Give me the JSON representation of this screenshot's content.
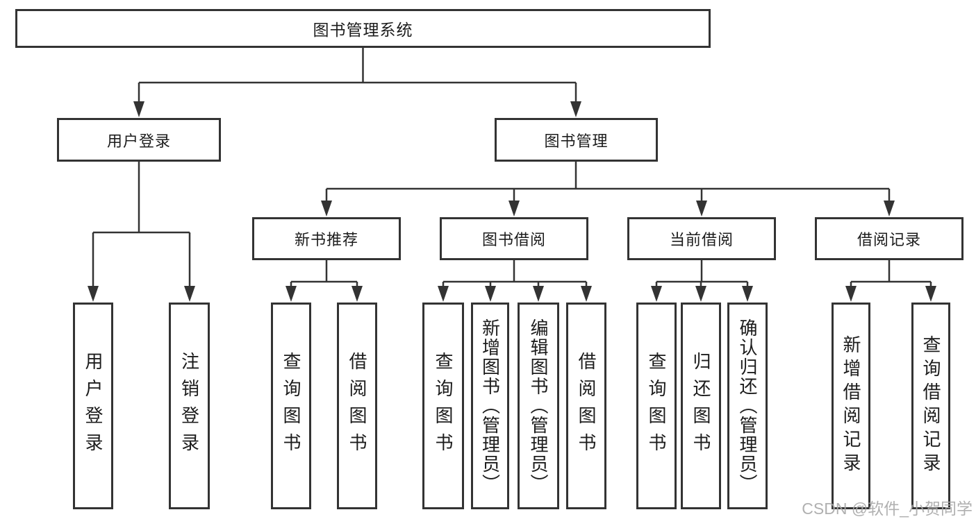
{
  "diagram_type": "functional-structure-tree",
  "tree": {
    "label": "图书管理系统",
    "children": [
      {
        "label": "用户登录",
        "children": [
          {
            "label": "用户登录"
          },
          {
            "label": "注销登录"
          }
        ]
      },
      {
        "label": "图书管理",
        "children": [
          {
            "label": "新书推荐",
            "children": [
              {
                "label": "查询图书"
              },
              {
                "label": "借阅图书"
              }
            ]
          },
          {
            "label": "图书借阅",
            "children": [
              {
                "label": "查询图书"
              },
              {
                "label": "新增图书（管理员）"
              },
              {
                "label": "编辑图书（管理员）"
              },
              {
                "label": "借阅图书"
              }
            ]
          },
          {
            "label": "当前借阅",
            "children": [
              {
                "label": "查询图书"
              },
              {
                "label": "归还图书"
              },
              {
                "label": "确认归还（管理员）"
              }
            ]
          },
          {
            "label": "借阅记录",
            "children": [
              {
                "label": "新增借阅记录"
              },
              {
                "label": "查询借阅记录"
              }
            ]
          }
        ]
      }
    ]
  },
  "watermark": {
    "text": "CSDN @软件_小贺同学"
  },
  "colors": {
    "line": "#333333",
    "text": "#1c1c1c",
    "background": "#ffffff",
    "watermark": "#a8a8a8"
  }
}
